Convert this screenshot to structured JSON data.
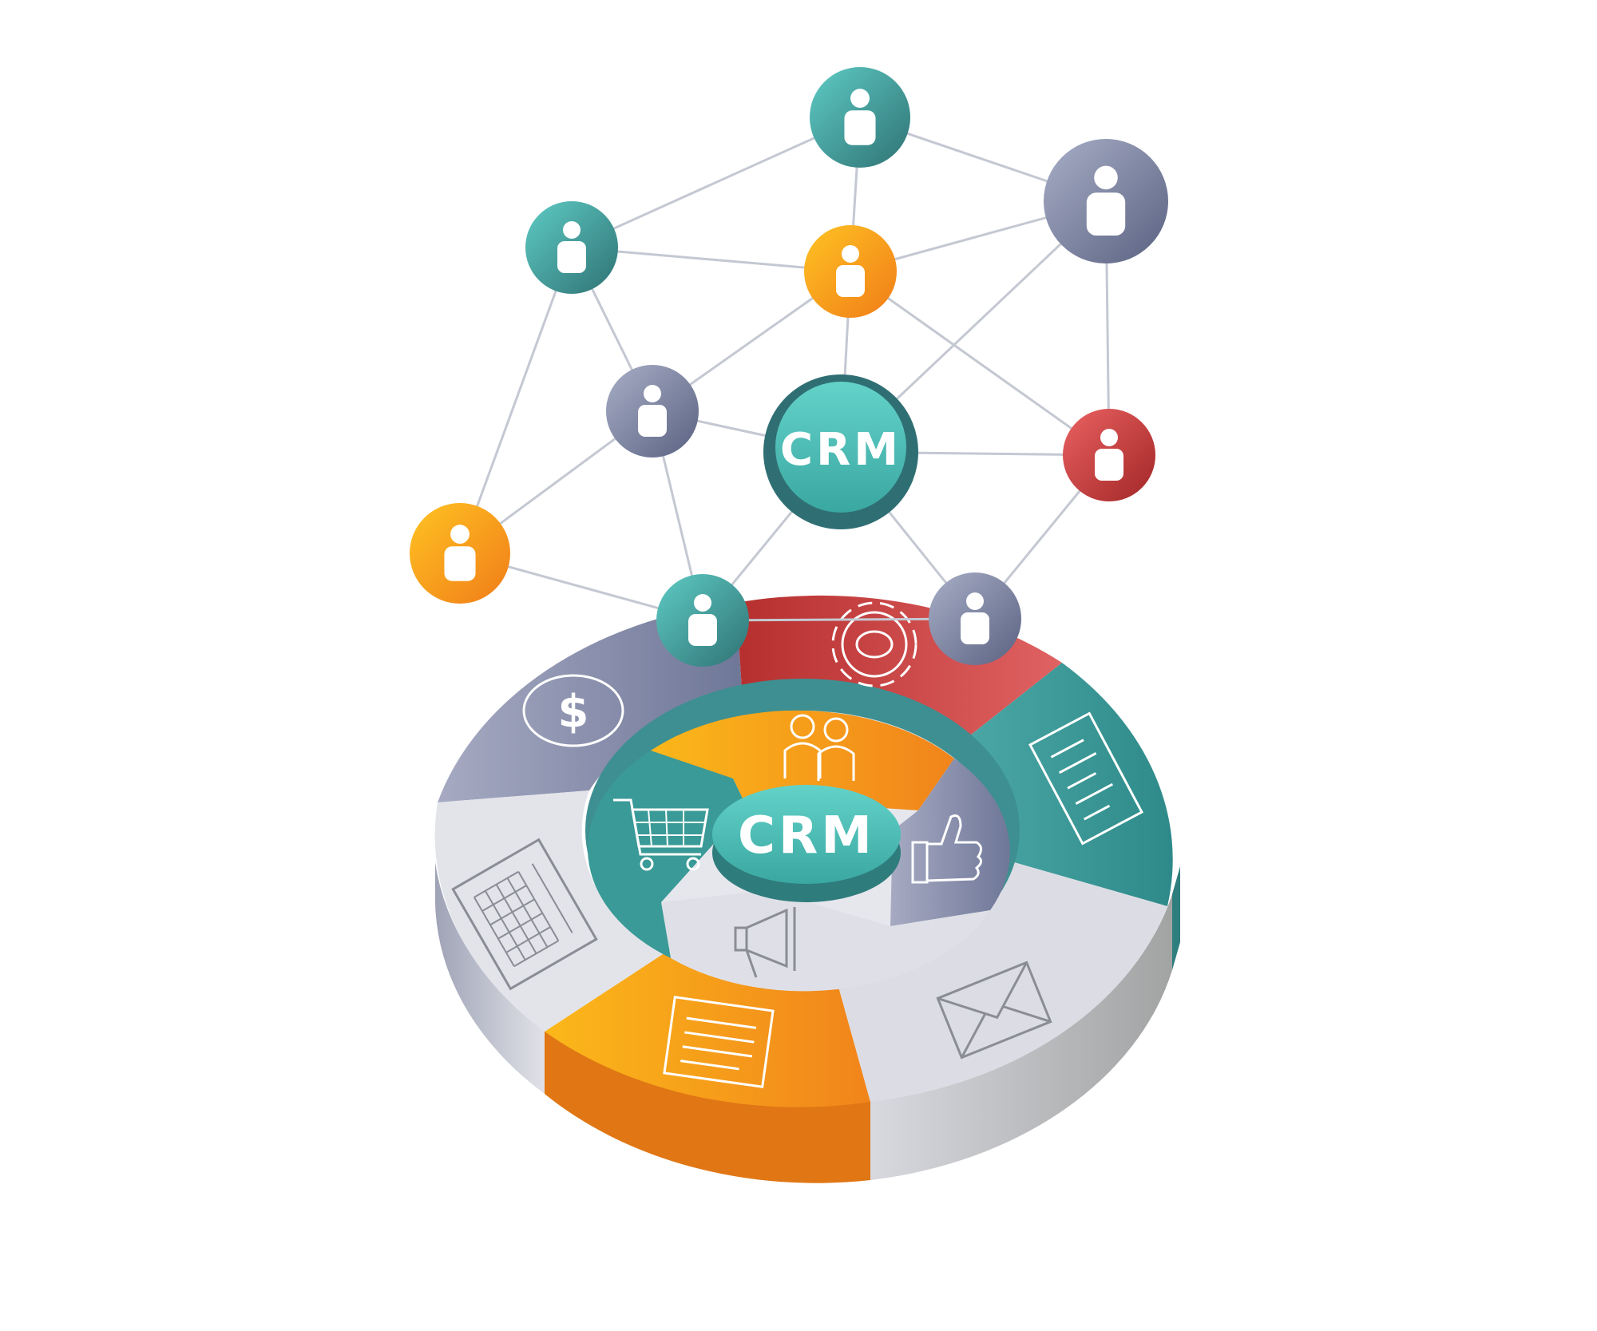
{
  "network": {
    "center_label": "CRM",
    "center_colors": {
      "top": "#4cc0b8",
      "ring": "#2f7f80"
    },
    "nodes": [
      {
        "id": "n_top",
        "color_a": "#5ecbc4",
        "color_b": "#3d9f9c"
      },
      {
        "id": "n_right_top",
        "color_a": "#9fa6c0",
        "color_b": "#5c6482"
      },
      {
        "id": "n_left_top",
        "color_a": "#4fb3ad",
        "color_b": "#2f6f73"
      },
      {
        "id": "n_orange_mid",
        "color_a": "#ffb21b",
        "color_b": "#f0821a"
      },
      {
        "id": "n_gray_left",
        "color_a": "#a5abc3",
        "color_b": "#5d6585"
      },
      {
        "id": "n_red_right",
        "color_a": "#e25a5a",
        "color_b": "#a52a2a"
      },
      {
        "id": "n_orange_left",
        "color_a": "#ffc21f",
        "color_b": "#f08418"
      },
      {
        "id": "n_teal_bottom",
        "color_a": "#4fb0aa",
        "color_b": "#2c6468"
      },
      {
        "id": "n_gray_bottom",
        "color_a": "#8c93b0",
        "color_b": "#4f5775"
      }
    ],
    "edges": [
      [
        "n_top",
        "n_left_top"
      ],
      [
        "n_top",
        "n_right_top"
      ],
      [
        "n_top",
        "n_orange_mid"
      ],
      [
        "n_left_top",
        "n_orange_mid"
      ],
      [
        "n_left_top",
        "n_gray_left"
      ],
      [
        "n_left_top",
        "n_orange_left"
      ],
      [
        "n_orange_mid",
        "n_right_top"
      ],
      [
        "n_orange_mid",
        "n_gray_left"
      ],
      [
        "n_orange_mid",
        "center"
      ],
      [
        "n_orange_mid",
        "n_red_right"
      ],
      [
        "n_right_top",
        "center"
      ],
      [
        "n_right_top",
        "n_red_right"
      ],
      [
        "n_gray_left",
        "center"
      ],
      [
        "n_gray_left",
        "n_orange_left"
      ],
      [
        "n_gray_left",
        "n_teal_bottom"
      ],
      [
        "center",
        "n_red_right"
      ],
      [
        "center",
        "n_teal_bottom"
      ],
      [
        "center",
        "n_gray_bottom"
      ],
      [
        "n_red_right",
        "n_gray_bottom"
      ],
      [
        "n_orange_left",
        "n_teal_bottom"
      ],
      [
        "n_teal_bottom",
        "n_gray_bottom"
      ]
    ]
  },
  "wheel": {
    "hub_label": "CRM",
    "colors": {
      "purple": "#8a91ad",
      "red": "#c23a3a",
      "teal": "#3d9a99",
      "light": "#dcdde6",
      "orange": "#f79a1c",
      "side_gray": "#b8b9c4",
      "side_orange": "#e07614",
      "side_light": "#a9aaa9"
    },
    "outer_segments": [
      {
        "name": "finance",
        "icon": "dollar-icon"
      },
      {
        "name": "settings",
        "icon": "gear-icon"
      },
      {
        "name": "reports",
        "icon": "document-list-icon"
      },
      {
        "name": "email",
        "icon": "envelope-icon"
      },
      {
        "name": "notes",
        "icon": "notepad-icon"
      },
      {
        "name": "calculator",
        "icon": "calculator-icon"
      }
    ],
    "inner_segments": [
      {
        "name": "customers",
        "icon": "people-icon"
      },
      {
        "name": "feedback",
        "icon": "thumbs-up-icon"
      },
      {
        "name": "marketing",
        "icon": "megaphone-icon"
      },
      {
        "name": "sales",
        "icon": "shopping-cart-icon"
      }
    ]
  }
}
